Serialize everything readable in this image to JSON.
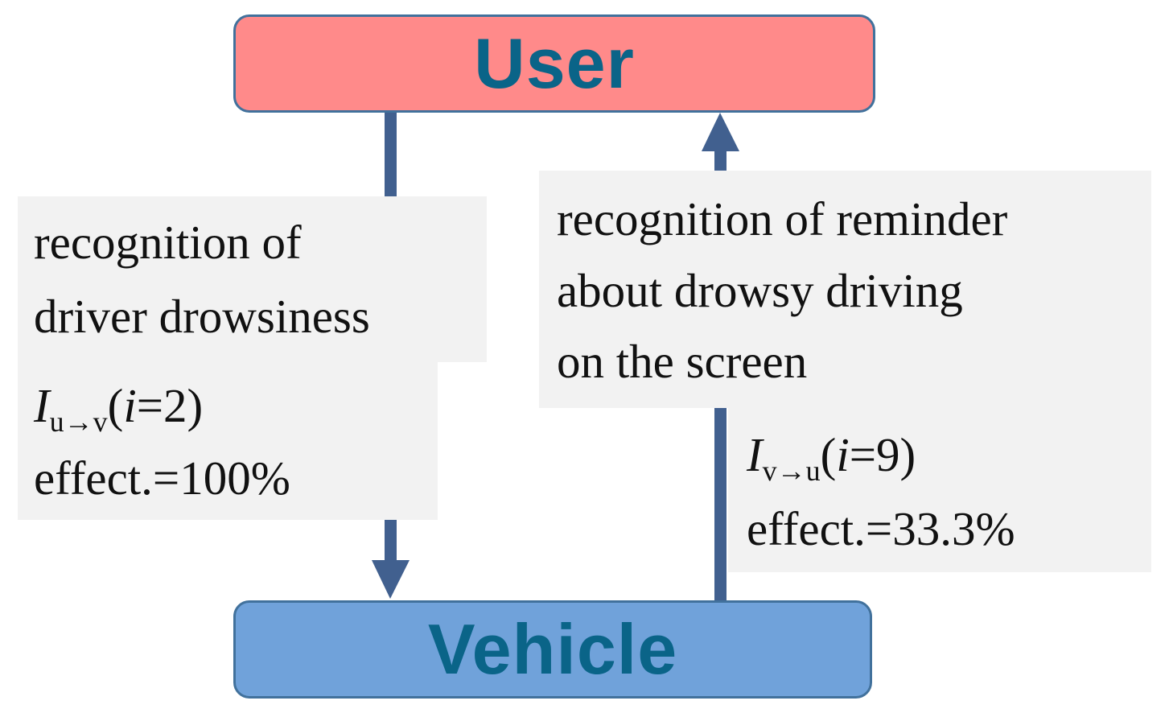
{
  "nodes": {
    "user": "User",
    "vehicle": "Vehicle"
  },
  "left_edge": {
    "line1": "recognition of",
    "line2": "driver drowsiness",
    "metric_symbol": "I",
    "metric_subscript": "u→v",
    "metric_open": "(",
    "metric_var": "i",
    "metric_value": "=2)",
    "effect": "effect.=100%"
  },
  "right_edge": {
    "line1": "recognition of reminder",
    "line2": "about drowsy driving",
    "line3": "on the screen",
    "metric_symbol": "I",
    "metric_subscript": "v→u",
    "metric_open": "(",
    "metric_var": "i",
    "metric_value": "=9)",
    "effect": "effect.=33.3%"
  },
  "colors": {
    "user_fill": "#ff8a8a",
    "vehicle_fill": "#70a2da",
    "label_text": "#0a6488",
    "arrow": "#41608f",
    "note_bg": "#f2f2f2"
  }
}
